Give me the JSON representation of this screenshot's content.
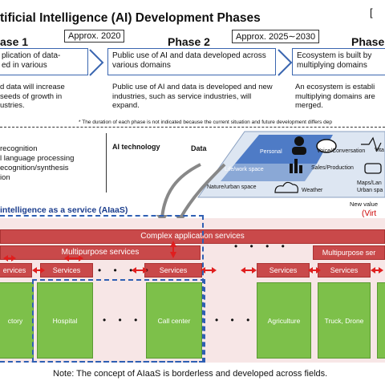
{
  "title": "tificial Intelligence (AI) Development Phases",
  "corner_mark": "[",
  "phases": [
    {
      "label": "ase 1",
      "box_text": "plication of data-\ned in various",
      "description": "d data will increase\nseeds of growth in\nustries."
    },
    {
      "label": "Phase 2",
      "approx": "Approx. 2020",
      "box_text": "Public use of AI and data developed across various domains",
      "description": "Public use of AI and data is developed and new industries, such as service industries, will expand."
    },
    {
      "label": "Phase",
      "approx": "Approx. 2025∼2030",
      "box_text": "Ecosystem is built by multiplying domains",
      "description": "An ecosystem is establi multiplying domains are merged."
    }
  ],
  "duration_note": "* The duration of each phase is not indicated because the current situation and future development differs dep",
  "ai_tech_list": [
    "recognition",
    "l language processing",
    "ecognition/synthesis",
    "ion"
  ],
  "ai_technology_label": "AI technology",
  "data_label": "Data",
  "map": {
    "personal": "Personal",
    "voice": "Voice/Conversation",
    "vital": "Vita",
    "life_work": "Life/work space",
    "sales": "Sales/Production",
    "nature_urban": "Nature/urban space",
    "weather": "Weather",
    "maps": "Maps/Lan",
    "urban_spa": "Urban spa"
  },
  "aiaas_label": "intelligence as a service (AIaaS)",
  "new_value": "New value",
  "virt": "(Virt",
  "complex_services": "Complex application services",
  "multipurpose_left": "Multipurpose services",
  "multipurpose_right": "Multipurpose ser",
  "services": [
    "ervices",
    "Services",
    "Services",
    "Services",
    "Services"
  ],
  "domains": [
    "ctory",
    "Hospital",
    "Call center",
    "Agriculture",
    "Truck, Drone"
  ],
  "footer_note": "Note: The concept of AIaaS is borderless and developed across fields.",
  "colors": {
    "red": "#c9494a",
    "green": "#7dc04a",
    "blue_border": "#3a66b0",
    "map_blue": "#6c8fc7",
    "aiaas_blue": "#1a3c8c",
    "virt_red": "#cc0000"
  }
}
